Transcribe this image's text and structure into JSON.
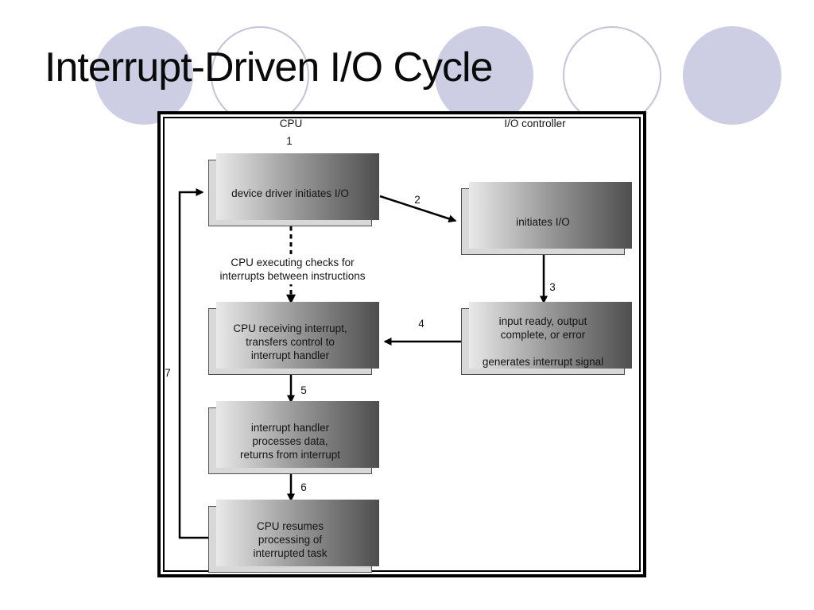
{
  "slide": {
    "title": "Interrupt-Driven I/O Cycle"
  },
  "theme": {
    "title_color": "#0a0a0a",
    "circle_fill": "#cdcde3",
    "circle_stroke": "#c3c3da",
    "frame_border": "#000000",
    "box_fill": "#d8d8d8",
    "box_border": "#4f4f51",
    "shadow_light": "#e9e9e9",
    "shadow_dark": "#4e4e4e",
    "text_color": "#141414"
  },
  "diagram": {
    "columns": [
      {
        "label": "CPU"
      },
      {
        "label": "I/O controller"
      }
    ],
    "steps": [
      "1",
      "2",
      "3",
      "4",
      "5",
      "6",
      "7"
    ],
    "boxes": [
      {
        "id": "device-driver-initiates-io",
        "lines": [
          "device driver initiates I/O"
        ]
      },
      {
        "id": "initiates-io",
        "lines": [
          "initiates I/O"
        ]
      },
      {
        "id": "cpu-receiving-interrupt",
        "lines": [
          "CPU receiving interrupt,",
          "transfers control to",
          "interrupt handler"
        ]
      },
      {
        "id": "input-ready-generates-signal",
        "lines": [
          "input ready, output",
          "complete, or error",
          "",
          "generates interrupt signal"
        ]
      },
      {
        "id": "interrupt-handler-processes",
        "lines": [
          "interrupt handler",
          "processes data,",
          "returns from interrupt"
        ]
      },
      {
        "id": "cpu-resumes",
        "lines": [
          "CPU resumes",
          "processing of",
          "interrupted task"
        ]
      }
    ],
    "note": {
      "lines": [
        "CPU executing checks for",
        "interrupts between instructions"
      ]
    }
  }
}
